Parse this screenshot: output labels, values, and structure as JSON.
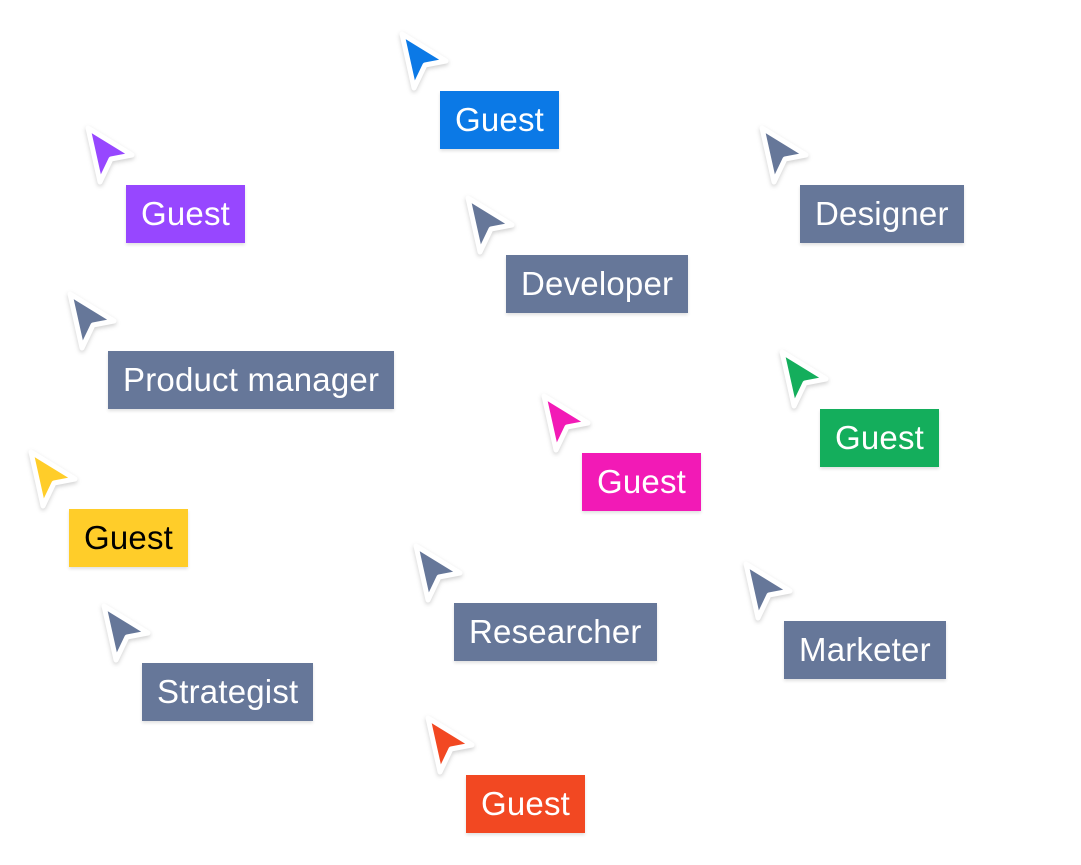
{
  "cursors": [
    {
      "id": "guest-blue",
      "label": "Guest",
      "color": "#0B79E6",
      "text_color": "#FFFFFF",
      "icon": "cursor-arrow-icon"
    },
    {
      "id": "guest-purple",
      "label": "Guest",
      "color": "#9747FF",
      "text_color": "#FFFFFF",
      "icon": "cursor-arrow-icon"
    },
    {
      "id": "designer",
      "label": "Designer",
      "color": "#667799",
      "text_color": "#FFFFFF",
      "icon": "cursor-arrow-icon"
    },
    {
      "id": "developer",
      "label": "Developer",
      "color": "#667799",
      "text_color": "#FFFFFF",
      "icon": "cursor-arrow-icon"
    },
    {
      "id": "product-manager",
      "label": "Product manager",
      "color": "#667799",
      "text_color": "#FFFFFF",
      "icon": "cursor-arrow-icon"
    },
    {
      "id": "guest-green",
      "label": "Guest",
      "color": "#14AE5C",
      "text_color": "#FFFFFF",
      "icon": "cursor-arrow-icon"
    },
    {
      "id": "guest-pink",
      "label": "Guest",
      "color": "#F21AB6",
      "text_color": "#FFFFFF",
      "icon": "cursor-arrow-icon"
    },
    {
      "id": "guest-yellow",
      "label": "Guest",
      "color": "#FFCD29",
      "text_color": "#000000",
      "icon": "cursor-arrow-icon"
    },
    {
      "id": "researcher",
      "label": "Researcher",
      "color": "#667799",
      "text_color": "#FFFFFF",
      "icon": "cursor-arrow-icon"
    },
    {
      "id": "marketer",
      "label": "Marketer",
      "color": "#667799",
      "text_color": "#FFFFFF",
      "icon": "cursor-arrow-icon"
    },
    {
      "id": "strategist",
      "label": "Strategist",
      "color": "#667799",
      "text_color": "#FFFFFF",
      "icon": "cursor-arrow-icon"
    },
    {
      "id": "guest-orange",
      "label": "Guest",
      "color": "#F24822",
      "text_color": "#FFFFFF",
      "icon": "cursor-arrow-icon"
    }
  ]
}
